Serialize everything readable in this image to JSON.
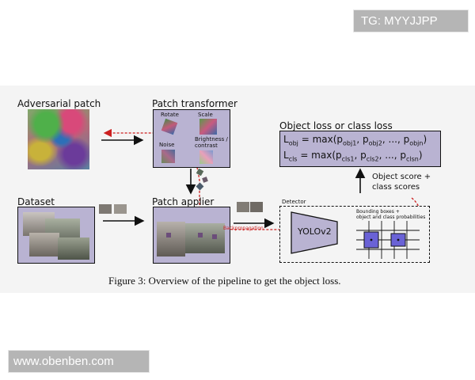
{
  "watermarks": {
    "top_right": "TG: MYYJJPP",
    "bottom_left": "www.obenben.com"
  },
  "figure": {
    "caption": "Figure 3: Overview of the pipeline to get the object loss.",
    "adversarial_patch": {
      "label": "Adversarial patch"
    },
    "patch_transformer": {
      "label": "Patch transformer",
      "ops": {
        "rotate": "Rotate",
        "scale": "Scale",
        "noise": "Noise",
        "brightness_line1": "Brightness /",
        "brightness_line2": "contrast"
      }
    },
    "loss": {
      "label": "Object loss or class loss",
      "obj_lhs": "L",
      "obj_lhs_sub": "obj",
      "obj_rhs_prefix": "= max(p",
      "obj_sub1": "obj1",
      "obj_sep1": ", p",
      "obj_sub2": "obj2",
      "obj_sep2": ", ..., p",
      "obj_subn": "objn",
      "obj_close": ")",
      "cls_lhs": "L",
      "cls_lhs_sub": "cls",
      "cls_rhs_prefix": "= max(p",
      "cls_sub1": "cls1",
      "cls_sep1": ", p",
      "cls_sub2": "cls2",
      "cls_sep2": ", ..., p",
      "cls_subn": "clsn",
      "cls_close": ")"
    },
    "scores": {
      "line1": "Object score +",
      "line2": "class scores"
    },
    "dataset": {
      "label": "Dataset"
    },
    "patch_applier": {
      "label": "Patch applier"
    },
    "detector": {
      "label": "Detector",
      "model": "YOLOv2",
      "bbox_line1": "Bounding boxes +",
      "bbox_line2": "object and class probabilities"
    },
    "backprop": "Backpropagation"
  },
  "colors": {
    "panel_bg": "#f4f4f4",
    "box_fill": "#b9b3d2",
    "backprop": "#cc1f1f",
    "watermark_bg": "#b5b5b5"
  }
}
